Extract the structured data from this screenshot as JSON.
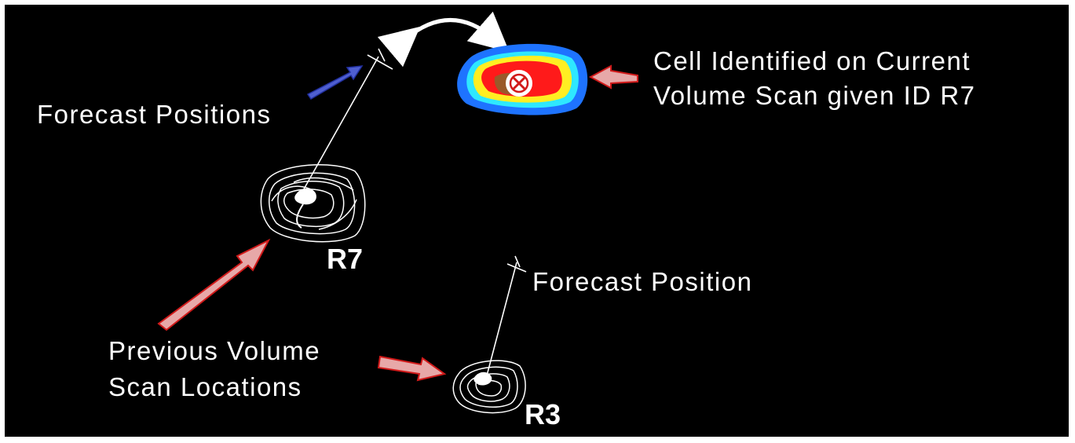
{
  "labels": {
    "forecast_positions": "Forecast  Positions",
    "cell_identified_line1": "Cell Identified on Current",
    "cell_identified_line2": "Volume Scan given ID R7",
    "r7_id": "R7",
    "forecast_position": "Forecast  Position",
    "previous_line1": "Previous Volume",
    "previous_line2": "Scan Locations",
    "r3_id": "R3"
  },
  "colors": {
    "background": "#000000",
    "line": "#ffffff",
    "arrow_fill": "#e7a8a8",
    "arrow_edge": "#d11a1a",
    "forecast_arrow": "#4f5fd0",
    "echo_blue": "#1e73ff",
    "echo_cyan": "#2ee8ff",
    "echo_yellow": "#ffee22",
    "echo_red": "#ff1a1a",
    "echo_brown": "#9a5a2a"
  },
  "icons": {
    "cell_centroid": "circled-x-icon",
    "double_arrow": "curved-double-arrow-icon"
  }
}
